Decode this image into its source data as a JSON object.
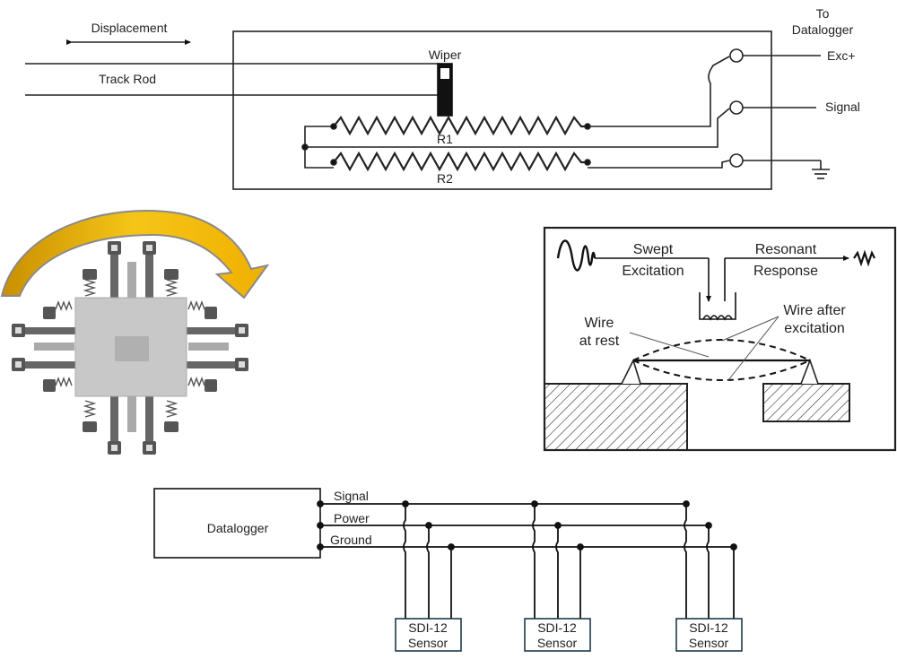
{
  "potentiometer": {
    "displacement_label": "Displacement",
    "track_rod_label": "Track Rod",
    "wiper_label": "Wiper",
    "r1_label": "R1",
    "r2_label": "R2",
    "to_datalogger_line1": "To",
    "to_datalogger_line2": "Datalogger",
    "exc_label": "Exc+",
    "signal_label": "Signal"
  },
  "vibrating_wire": {
    "swept_line1": "Swept",
    "swept_line2": "Excitation",
    "resonant_line1": "Resonant",
    "resonant_line2": "Response",
    "wire_rest_line1": "Wire",
    "wire_rest_line2": "at rest",
    "wire_after_line1": "Wire after",
    "wire_after_line2": "excitation"
  },
  "sdi12": {
    "datalogger_label": "Datalogger",
    "signal_label": "Signal",
    "power_label": "Power",
    "ground_label": "Ground",
    "sensor_line1": "SDI-12",
    "sensor_line2": "Sensor"
  },
  "colors": {
    "line": "#222222",
    "arrow_fill": "#f2b705",
    "arrow_stroke": "#8a8a8a",
    "chip_body": "#c8c8c8",
    "chip_pad": "#555555",
    "sensor_box": "#1f3a4d"
  }
}
